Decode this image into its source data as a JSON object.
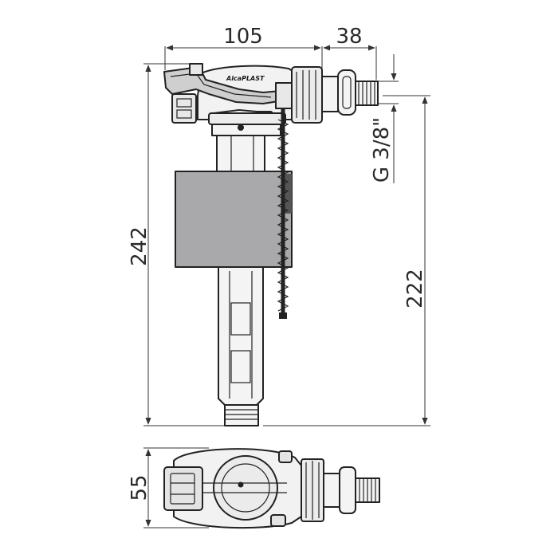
{
  "dimensions": {
    "top_width": "105",
    "top_offset": "38",
    "total_height": "242",
    "thread": "G 3/8\"",
    "inner_height": "222",
    "bottom_width": "55"
  },
  "logo": {
    "text": "AlcaPLAST"
  },
  "colors": {
    "outline": "#222222",
    "float_fill": "#a9a9ab",
    "body_fill": "#f2f2f2",
    "dimension_line": "#333333"
  }
}
